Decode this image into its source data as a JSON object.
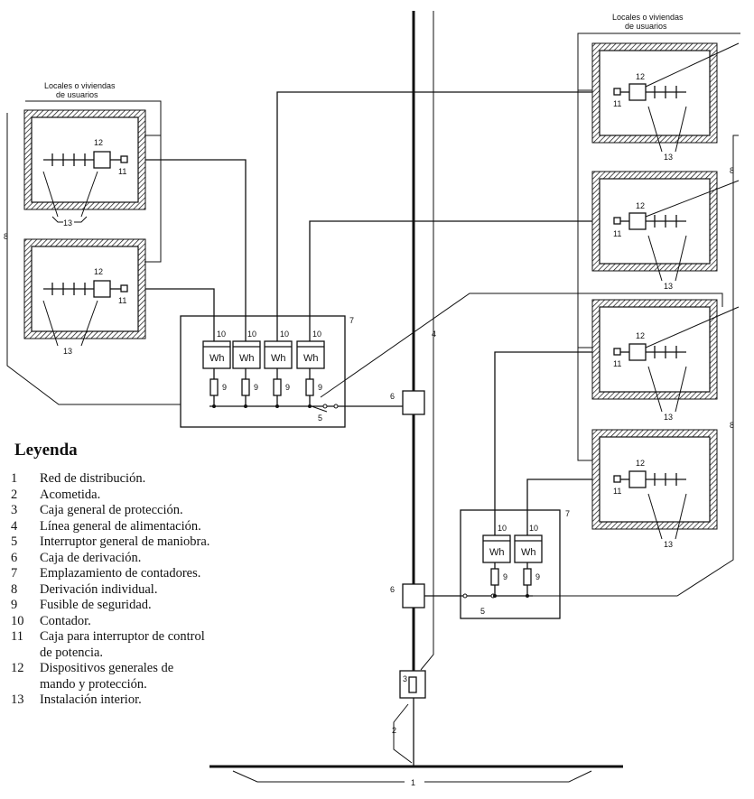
{
  "diagram": {
    "room_caption_line1": "Locales o viviendas",
    "room_caption_line2": "de usuarios",
    "meter_label": "Wh",
    "num": {
      "n1": "1",
      "n2": "2",
      "n3": "3",
      "n4": "4",
      "n5": "5",
      "n6": "6",
      "n7": "7",
      "n8": "8",
      "n9": "9",
      "n10": "10",
      "n11": "11",
      "n12": "12",
      "n13": "13"
    }
  },
  "legend": {
    "title": "Leyenda",
    "items": [
      {
        "num": "1",
        "text": "Red de distribución."
      },
      {
        "num": "2",
        "text": "Acometida."
      },
      {
        "num": "3",
        "text": "Caja general de protección."
      },
      {
        "num": "4",
        "text": "Línea general de alimentación."
      },
      {
        "num": "5",
        "text": "Interruptor general de maniobra."
      },
      {
        "num": "6",
        "text": "Caja de derivación."
      },
      {
        "num": "7",
        "text": "Emplazamiento de contadores."
      },
      {
        "num": "8",
        "text": "Derivación individual."
      },
      {
        "num": "9",
        "text": "Fusible de seguridad."
      },
      {
        "num": "10",
        "text": "Contador."
      },
      {
        "num": "11",
        "text": "Caja para interruptor de control"
      },
      {
        "num": "",
        "text": "de potencia."
      },
      {
        "num": "12",
        "text": "Dispositivos generales de"
      },
      {
        "num": "",
        "text": "mando y protección."
      },
      {
        "num": "13",
        "text": "Instalación interior."
      }
    ]
  }
}
